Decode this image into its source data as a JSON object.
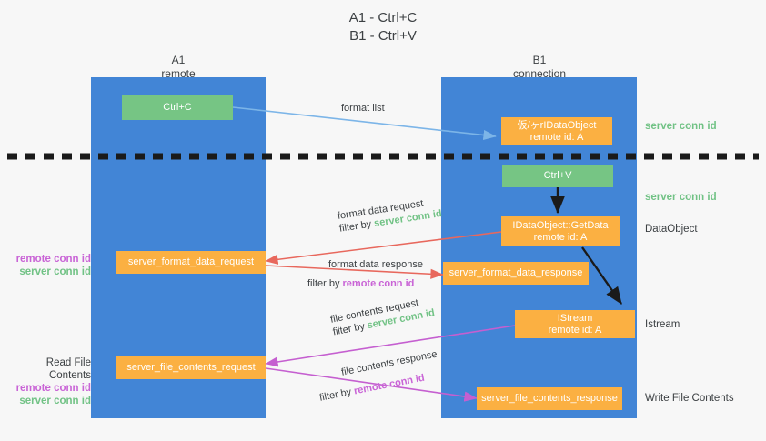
{
  "title": {
    "line1": "A1 - Ctrl+C",
    "line2": "B1 - Ctrl+V"
  },
  "colors": {
    "lane": "#4285d6",
    "green_box": "#76c584",
    "orange_box": "#fbb042",
    "server_conn_id": "#71c285",
    "remote_conn_id": "#c964d6",
    "blue_arrow": "#7cb5e8",
    "red_arrow": "#e8685d",
    "magenta_arrow": "#c55fd0",
    "black_arrow": "#1a1a1a",
    "background": "#f7f7f7"
  },
  "columns": [
    {
      "id": "a1",
      "title": "A1",
      "subtitle": "remote"
    },
    {
      "id": "b1",
      "title": "B1",
      "subtitle": "connection"
    }
  ],
  "nodes": [
    {
      "id": "ctrl-c",
      "line1": "Ctrl+C",
      "line2": "",
      "style": "green",
      "column": "a1"
    },
    {
      "id": "idataobject-top",
      "line1": "仮/ヶrIDataObject",
      "line2": "remote id: A",
      "style": "orange",
      "column": "b1"
    },
    {
      "id": "ctrl-v",
      "line1": "Ctrl+V",
      "line2": "",
      "style": "green",
      "column": "b1"
    },
    {
      "id": "idataobject-getdata",
      "line1": "IDataObject::GetData",
      "line2": "remote id: A",
      "style": "orange",
      "column": "b1"
    },
    {
      "id": "server-format-data-request",
      "line1": "server_format_data_request",
      "line2": "",
      "style": "orange",
      "column": "a1"
    },
    {
      "id": "server-format-data-response",
      "line1": "server_format_data_response",
      "line2": "",
      "style": "orange",
      "column": "b1"
    },
    {
      "id": "istream",
      "line1": "IStream",
      "line2": "remote id: A",
      "style": "orange",
      "column": "b1"
    },
    {
      "id": "server-file-contents-request",
      "line1": "server_file_contents_request",
      "line2": "",
      "style": "orange",
      "column": "a1"
    },
    {
      "id": "server-file-contents-response",
      "line1": "server_file_contents_response",
      "line2": "",
      "style": "orange",
      "column": "b1"
    }
  ],
  "edges": [
    {
      "id": "format-list",
      "label_line1": "format list",
      "label_line2": "",
      "filter_prefix": "",
      "filter_value": "",
      "color": "#7cb5e8"
    },
    {
      "id": "format-data-request",
      "label_line1": "format data request",
      "filter_prefix": "filter by ",
      "filter_value": "server conn id",
      "filter_kind": "server",
      "color": "#e8685d"
    },
    {
      "id": "format-data-response",
      "label_line1": "format data response",
      "filter_prefix": "filter by ",
      "filter_value": "remote conn id",
      "filter_kind": "remote",
      "color": "#e8685d"
    },
    {
      "id": "file-contents-request",
      "label_line1": "file contents request",
      "filter_prefix": "filter by ",
      "filter_value": "server conn id",
      "filter_kind": "server",
      "color": "#c55fd0"
    },
    {
      "id": "file-contents-response",
      "label_line1": "file contents response",
      "filter_prefix": "filter by ",
      "filter_value": "remote conn id",
      "filter_kind": "remote",
      "color": "#c55fd0"
    }
  ],
  "right_annotations": [
    {
      "id": "server-conn-id-top",
      "text": "server conn id",
      "kind": "server"
    },
    {
      "id": "server-conn-id-mid",
      "text": "server conn id",
      "kind": "server"
    },
    {
      "id": "dataobject",
      "text": "DataObject",
      "kind": "plain"
    },
    {
      "id": "istream-label",
      "text": "Istream",
      "kind": "plain"
    },
    {
      "id": "write-file-contents",
      "text": "Write File Contents",
      "kind": "plain"
    }
  ],
  "left_annotations": [
    {
      "id": "conn-ids-format",
      "line_plain": "",
      "line_remote": "remote conn id",
      "line_server": "server conn id"
    },
    {
      "id": "read-file-contents",
      "line_plain": "Read File Contents",
      "line_remote": "remote conn id",
      "line_server": "server conn id"
    }
  ],
  "separator": {
    "id": "dashed-divider",
    "style": "dashed",
    "color": "#1a1a1a"
  }
}
